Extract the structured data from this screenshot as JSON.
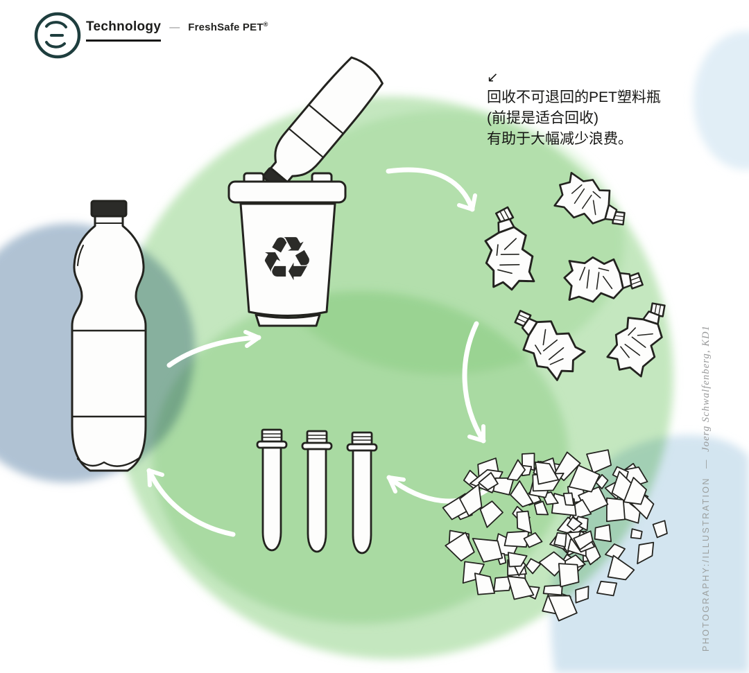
{
  "header": {
    "logo_name": "khs-competence-logo",
    "section_label": "Technology",
    "separator": "—",
    "brand_label": "FreshSafe PET",
    "brand_registered": "®"
  },
  "annotation": {
    "arrow_glyph": "↙",
    "line1": "回收不可退回的PET塑料瓶",
    "line2": "(前提是适合回收)",
    "line3": "有助于大幅减少浪费。"
  },
  "credit": {
    "role_label": "PHOTOGRAPHY:/ILLUSTRATION",
    "separator": "—",
    "names_label": "Joerg Schwalfenberg, KD1"
  },
  "diagram": {
    "type": "cycle",
    "description": "Bottle-to-bottle PET recycling loop illustration",
    "recycle_symbol": "♻",
    "stages": [
      {
        "step": "collection",
        "icon": "recycling-bin-with-bottle-illustration"
      },
      {
        "step": "compacted-bottles",
        "icon": "crumpled-pet-bottles-illustration"
      },
      {
        "step": "shredded-flakes",
        "icon": "pet-flakes-pile-illustration"
      },
      {
        "step": "preforms",
        "icon": "pet-preforms-illustration"
      },
      {
        "step": "new-bottle",
        "icon": "pet-bottle-illustration"
      }
    ]
  },
  "colors": {
    "green_wash": "#bce4b6",
    "green_wash_dark": "#abdea5",
    "blue_gray_wash": "#a9bdd0",
    "light_blue_wash": "#cfe2ef",
    "pale_blue_wash": "#dcebf5",
    "ink": "#23231f",
    "logo_teal": "#1e3e3e",
    "credit_gray": "#9b9f9e",
    "arrow_white": "#ffffff"
  }
}
